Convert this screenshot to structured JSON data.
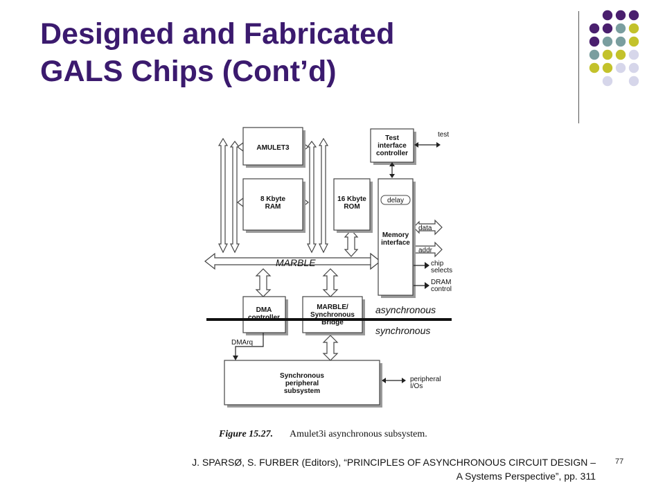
{
  "slide": {
    "title_line1": "Designed and Fabricated",
    "title_line2": "GALS Chips (Cont’d)",
    "page_number": "77",
    "citation_line1": "J. SPARSØ, S. FURBER (Editors),  “PRINCIPLES OF ASYNCHRONOUS CIRCUIT DESIGN –",
    "citation_line2": "A Systems Perspective”, pp. 311"
  },
  "colors": {
    "title": "#3b1a6e",
    "dot_purple": "#4a1f6e",
    "dot_teal": "#7a9e9f",
    "dot_olive": "#c3c22b",
    "dot_lavender": "#d6d6ea"
  },
  "diagram": {
    "blocks": {
      "amulet": "AMULET3",
      "ram_line1": "8 Kbyte",
      "ram_line2": "RAM",
      "rom_line1": "16 Kbyte",
      "rom_line2": "ROM",
      "test_line1": "Test",
      "test_line2": "interface",
      "test_line3": "controller",
      "mem_delay": "delay",
      "mem_line1": "Memory",
      "mem_line2": "interface",
      "dma_line1": "DMA",
      "dma_line2": "controller",
      "bridge_line1": "MARBLE/",
      "bridge_line2": "Synchronous",
      "bridge_line3": "Bridge",
      "periph_line1": "Synchronous",
      "periph_line2": "peripheral",
      "periph_line3": "subsystem"
    },
    "labels": {
      "marble": "MARBLE",
      "async": "asynchronous",
      "sync": "synchronous",
      "test": "test",
      "data": "data",
      "addr": "addr",
      "chip_line1": "chip",
      "chip_line2": "selects",
      "dram_line1": "DRAM",
      "dram_line2": "control",
      "dmarq": "DMArq",
      "periph_line1": "peripheral",
      "periph_line2": "I/Os"
    },
    "caption_figure": "Figure 15.27.",
    "caption_text": "Amulet3i asynchronous subsystem."
  }
}
